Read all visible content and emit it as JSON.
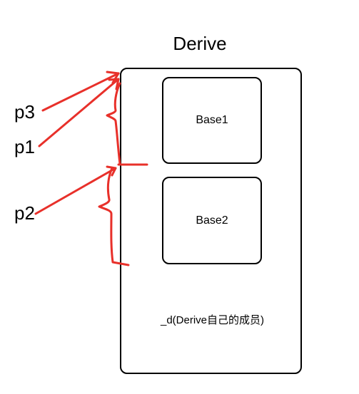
{
  "title": "Derive",
  "boxes": {
    "base1": "Base1",
    "base2": "Base2",
    "member": "_d(Derive自己的成员)"
  },
  "pointers": {
    "p3": "p3",
    "p1": "p1",
    "p2": "p2"
  },
  "colors": {
    "annotation": "#e8302a",
    "outline": "#000000"
  }
}
